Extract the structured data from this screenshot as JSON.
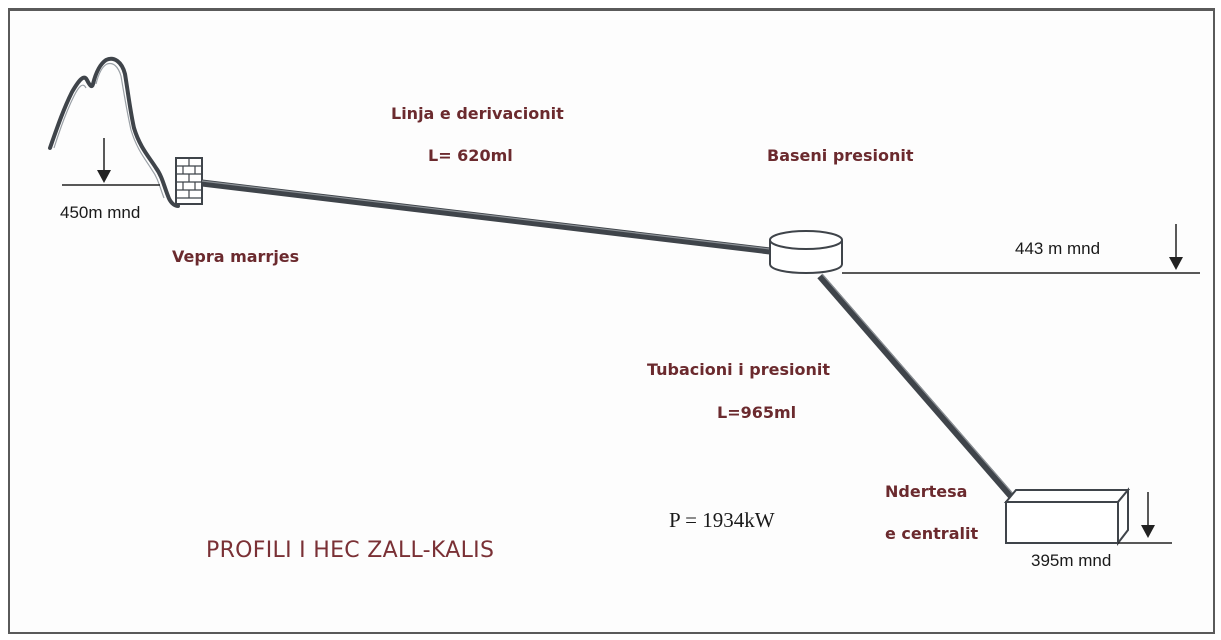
{
  "intake": {
    "elevation": "450m mnd",
    "label": "Vepra marrjes"
  },
  "derivation": {
    "title": "Linja e derivacionit",
    "length": "L= 620ml"
  },
  "basin": {
    "label": "Baseni presionit",
    "elevation": "443 m mnd"
  },
  "penstock": {
    "title": "Tubacioni i presionit",
    "length": "L=965ml"
  },
  "powerhouse": {
    "label_line1": "Ndertesa",
    "label_line2": "e centralit",
    "elevation": "395m mnd"
  },
  "power": "P = 1934kW",
  "title": "PROFILI I HEC ZALL-KALIS",
  "colors": {
    "label": "#6b2a2e",
    "pipe": "#4a4f55",
    "frame": "#5a5a5a"
  }
}
